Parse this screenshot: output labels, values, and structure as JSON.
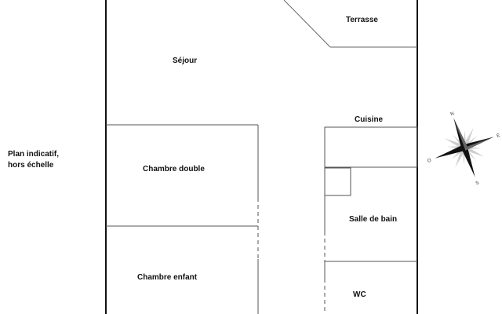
{
  "note": {
    "line1": "Plan indicatif,",
    "line2": "hors échelle"
  },
  "rooms": [
    {
      "id": "sejour",
      "label": "Séjour"
    },
    {
      "id": "terrasse",
      "label": "Terrasse"
    },
    {
      "id": "cuisine",
      "label": "Cuisine"
    },
    {
      "id": "chambre-double",
      "label": "Chambre double"
    },
    {
      "id": "salle-de-bain",
      "label": "Salle de bain"
    },
    {
      "id": "chambre-enfant",
      "label": "Chambre enfant"
    },
    {
      "id": "wc",
      "label": "WC"
    }
  ],
  "compass": {
    "icon": "compass-rose-icon",
    "letters": [
      "N",
      "E",
      "S",
      "O"
    ]
  },
  "colors": {
    "wall_outer": "#111111",
    "wall_inner": "#555555",
    "background": "#ffffff"
  }
}
